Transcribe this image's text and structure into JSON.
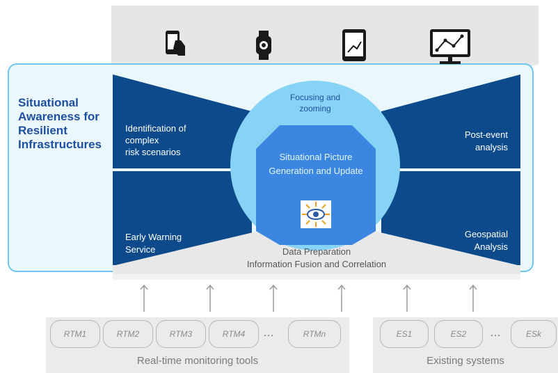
{
  "title": "Situational\nAwareness for\nResilient\nInfrastructures",
  "panels": {
    "top_left": "Identification of\ncomplex\nrisk scenarios",
    "top_right": "Post-event\nanalysis",
    "bottom_left": "Early Warning\nService",
    "bottom_right": "Geospatial\nAnalysis"
  },
  "center": {
    "focus": "Focusing and\nzooming",
    "picture": "Situational Picture\nGeneration and Update",
    "base": "Data Preparation\nInformation Fusion and Correlation"
  },
  "devices": [
    "tablet-touch-icon",
    "smartwatch-icon",
    "tablet-chart-icon",
    "monitor-chart-icon"
  ],
  "rtm_tools": [
    "RTM1",
    "RTM2",
    "RTM3",
    "RTM4",
    "…",
    "RTMn"
  ],
  "rtm_label": "Real-time monitoring tools",
  "existing_systems": [
    "ES1",
    "ES2",
    "…",
    "ESk"
  ],
  "es_label": "Existing systems",
  "colors": {
    "dark_blue": "#0d4a8c",
    "light_blue": "#87d3f5",
    "mid_blue": "#3b86e0",
    "frame_bg": "#eaf8fd",
    "frame_border": "#6ec8ee",
    "grey": "#e6e6e6"
  }
}
